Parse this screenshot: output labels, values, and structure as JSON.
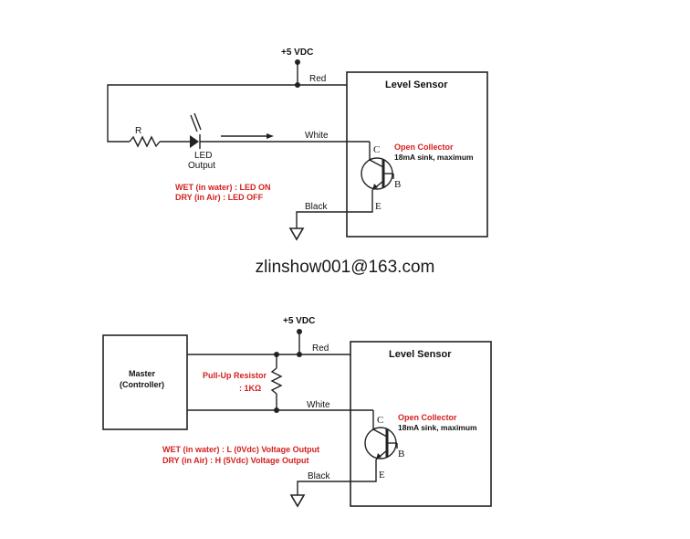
{
  "top": {
    "supply": "+5 VDC",
    "red": "Red",
    "white": "White",
    "black": "Black",
    "sensor_title": "Level Sensor",
    "resistor": "R",
    "led_line1": "LED",
    "led_line2": "Output",
    "wet": "WET (in water) : LED ON",
    "dry": "DRY (in Air) : LED OFF",
    "oc_title": "Open Collector",
    "oc_spec": "18mA sink, maximum",
    "pin_c": "C",
    "pin_b": "B",
    "pin_e": "E"
  },
  "watermark": "zlinshow001@163.com",
  "bottom": {
    "supply": "+5 VDC",
    "red": "Red",
    "white": "White",
    "black": "Black",
    "sensor_title": "Level Sensor",
    "master_line1": "Master",
    "master_line2": "(Controller)",
    "pullup_title": "Pull-Up Resistor",
    "pullup_value": ": 1KΩ",
    "wet": "WET (in water) : L (0Vdc) Voltage Output",
    "dry": "DRY (in Air) : H (5Vdc) Voltage Output",
    "oc_title": "Open Collector",
    "oc_spec": "18mA sink, maximum",
    "pin_c": "C",
    "pin_b": "B",
    "pin_e": "E"
  },
  "colors": {
    "wire": "#222222",
    "annotation": "#d42020"
  }
}
